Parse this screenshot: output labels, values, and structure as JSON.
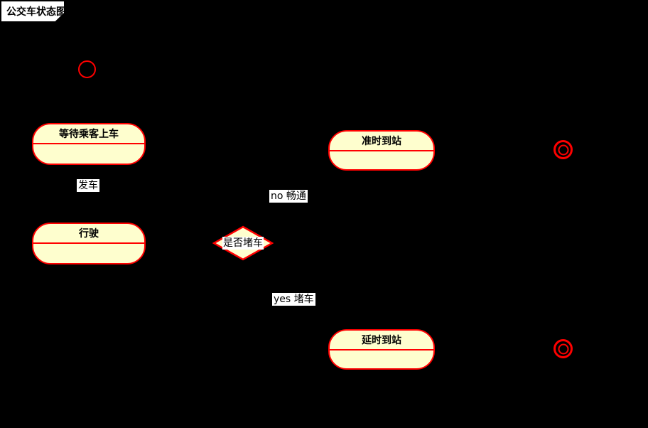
{
  "diagram": {
    "type": "uml-state-diagram",
    "title": "公交车状态图",
    "states": [
      {
        "label": "等待乘客上车"
      },
      {
        "label": "准时到站"
      },
      {
        "label": "行驶"
      },
      {
        "label": "延时到站"
      }
    ],
    "decision": {
      "label": "是否堵车"
    },
    "transitions": [
      {
        "label": "发车"
      },
      {
        "label": "no 畅通"
      },
      {
        "label": "yes 堵车"
      }
    ],
    "icons": {
      "initial_state": "initial-state-circle",
      "final_state": "final-state-double-circle",
      "decision": "decision-diamond"
    },
    "colors": {
      "background": "#000000",
      "state_fill": "#FEFECE",
      "state_border": "#FF0000",
      "label_background": "#FFFFFF",
      "text": "#000000"
    }
  }
}
